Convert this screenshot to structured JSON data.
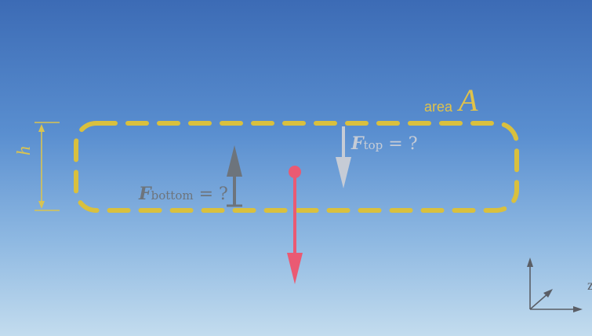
{
  "diagram": {
    "area": {
      "word": "area",
      "symbol": "A"
    },
    "height": {
      "symbol": "h"
    },
    "force_top": {
      "symbol": "F",
      "subscript": "top",
      "suffix": " = ?"
    },
    "force_bottom": {
      "symbol": "F",
      "subscript": "bottom",
      "suffix": " = ?"
    },
    "axes": {
      "z_label": "z"
    },
    "colors": {
      "sky_top": "#3c6bb5",
      "sky_bottom": "#c3dcee",
      "outline": "#d9c03e",
      "force_top": "#c6ccd6",
      "force_bottom": "#6d747c",
      "weight": "#ea5a73",
      "axes": "#5a5e66"
    }
  }
}
